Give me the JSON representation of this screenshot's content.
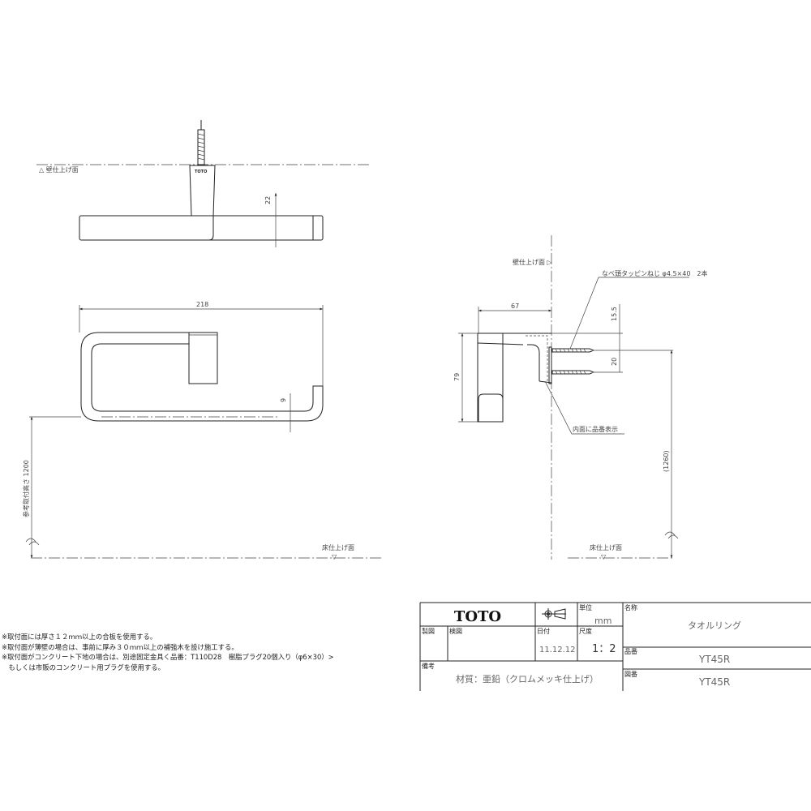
{
  "drawing": {
    "top_view": {
      "wall_label": "△ 壁仕上げ面",
      "dim_depth": "22",
      "logo_mark": "TOTO"
    },
    "front_view": {
      "dim_width": "218",
      "dim_thickness": "9",
      "dim_height_label": "参考取付高さ 1200",
      "floor_label": "床仕上げ面"
    },
    "side_view": {
      "wall_label": "壁仕上げ面 ▷",
      "screw_note": "なべ頭タッピンねじ φ4.5×40　2本",
      "dim_projection": "67",
      "dim_height": "79",
      "dim_top": "15.5",
      "dim_pitch": "20",
      "dim_floor": "(1260)",
      "marking_note": "内面に品番表示",
      "floor_label": "床仕上げ面"
    }
  },
  "notes": [
    "※取付面には厚さ１２ｍｍ以上の合板を使用する。",
    "※取付面が薄壁の場合は、事前に厚み３０ｍｍ以上の補強木を設け施工する。",
    "※取付面がコンクリート下地の場合は、別途固定金具く品番：T110D28　樹脂プラグ20個入り（φ6×30）>",
    "　もしくは市販のコンクリート用プラグを使用する。"
  ],
  "title_block": {
    "brand": "TOTO",
    "projection_icon": "third-angle-projection-icon",
    "unit_label": "単位",
    "unit_value": "mm",
    "name_label": "名称",
    "name_value": "タオルリング",
    "drawn_label": "製図",
    "checked_label": "検図",
    "date_label": "日付",
    "date_value": "11.12.12",
    "scale_label": "尺度",
    "scale_value": "1：2",
    "product_no_label": "品番",
    "product_no_value": "YT45R",
    "drawing_no_label": "図番",
    "drawing_no_value": "YT45R",
    "remarks_label": "備考",
    "remarks_value": "材質：亜鉛（クロムメッキ仕上げ）"
  }
}
